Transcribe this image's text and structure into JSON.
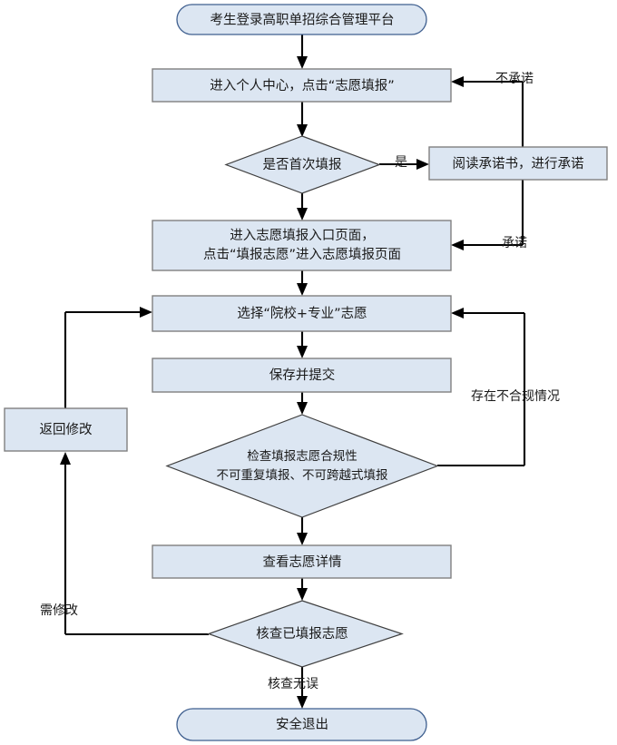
{
  "diagram": {
    "title_text": "考生登录高职单招综合管理平台",
    "type": "flowchart",
    "background_color": "#ffffff",
    "node_fill_color": "#dce6f2",
    "node_border_color": "#808080",
    "edge_color": "#000000",
    "nodes": [
      {
        "id": "start",
        "shape": "stadium",
        "label": "考生登录高职单招综合管理平台"
      },
      {
        "id": "personal_center",
        "shape": "rect",
        "label": "进入个人中心，点击“志愿填报”"
      },
      {
        "id": "first_time",
        "shape": "diamond",
        "label": "是否首次填报"
      },
      {
        "id": "read_commitment",
        "shape": "rect",
        "label": "阅读承诺书，进行承诺"
      },
      {
        "id": "entry_page",
        "shape": "rect",
        "label_line1": "进入志愿填报入口页面，",
        "label_line2": "点击“填报志愿”进入志愿填报页面"
      },
      {
        "id": "choose_major",
        "shape": "rect",
        "label": "选择“院校+专业”志愿"
      },
      {
        "id": "save_submit",
        "shape": "rect",
        "label": "保存并提交"
      },
      {
        "id": "return_modify",
        "shape": "rect",
        "label": "返回修改"
      },
      {
        "id": "check_validity",
        "shape": "diamond",
        "label_line1": "检查填报志愿合规性",
        "label_line2": "不可重复填报、不可跨越式填报"
      },
      {
        "id": "view_detail",
        "shape": "rect",
        "label": "查看志愿详情"
      },
      {
        "id": "verify_filled",
        "shape": "diamond",
        "label": "核查已填报志愿"
      },
      {
        "id": "safe_exit",
        "shape": "stadium",
        "label": "安全退出"
      }
    ],
    "edge_labels": {
      "not_commit": "不承诺",
      "yes": "是",
      "commit": "承诺",
      "non_compliant": "存在不合规情况",
      "need_modify": "需修改",
      "verified_ok": "核查无误"
    }
  }
}
